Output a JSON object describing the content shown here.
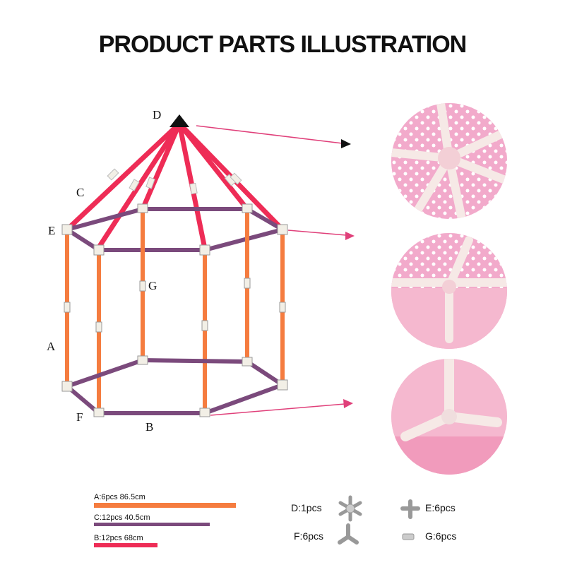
{
  "title": "PRODUCT PARTS ILLUSTRATION",
  "frame_labels": {
    "A": "A",
    "B": "B",
    "C": "C",
    "D": "D",
    "E": "E",
    "F": "F",
    "G": "G"
  },
  "legend": [
    {
      "text": "A:6pcs  86.5cm",
      "color": "#f57c3f"
    },
    {
      "text": "C:12pcs 40.5cm",
      "color": "#7b4a7c"
    },
    {
      "text": "B:12pcs 68cm",
      "color": "#ee2c56"
    }
  ],
  "parts": [
    {
      "label": "D:1pcs",
      "icon": "star-connector-icon"
    },
    {
      "label": "E:6pcs",
      "icon": "cross-connector-icon"
    },
    {
      "label": "F:6pcs",
      "icon": "y-connector-icon"
    },
    {
      "label": "G:6pcs",
      "icon": "straight-connector-icon"
    }
  ],
  "colors": {
    "pole_a": "#f57c3f",
    "pole_b": "#7b4a7c",
    "pole_c": "#ee2c56",
    "connector": "#eeeeea",
    "arrow": "#e0407a",
    "fabric_pink": "#f4c3d8"
  }
}
